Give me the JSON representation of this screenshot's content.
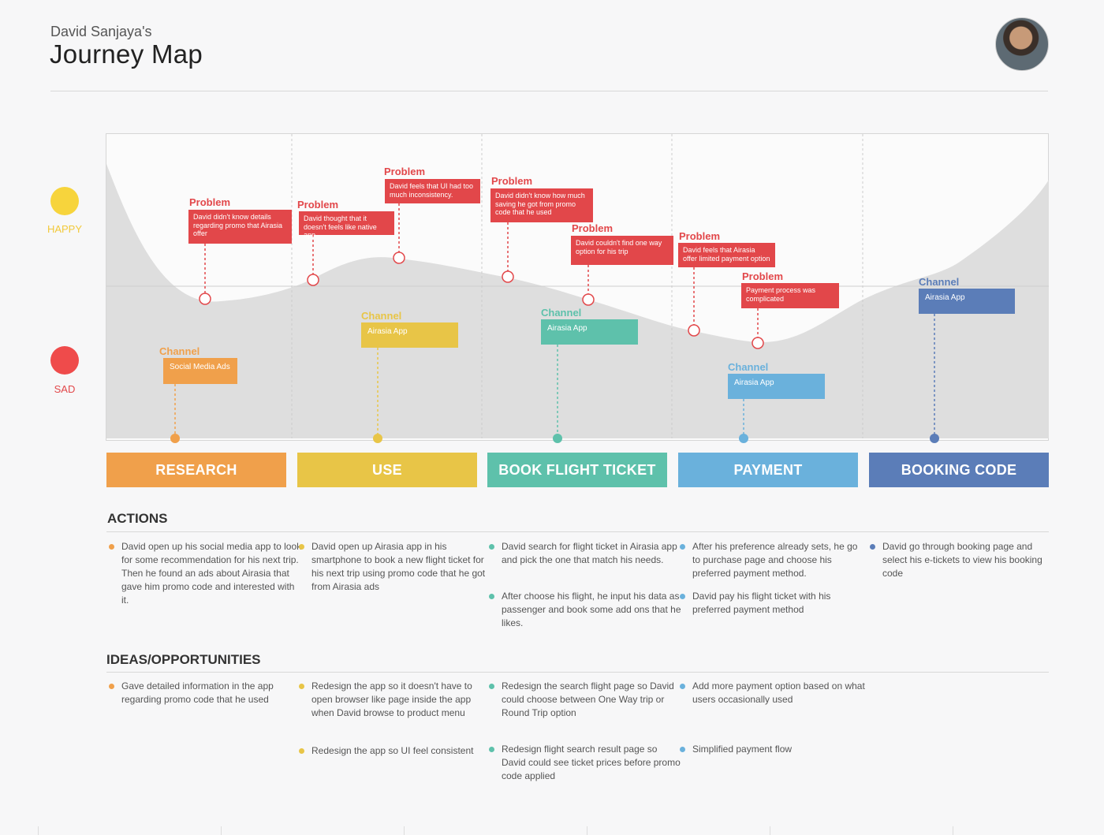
{
  "header": {
    "subtitle": "David Sanjaya's",
    "title": "Journey Map"
  },
  "mood": {
    "happy": "HAPPY",
    "sad": "SAD",
    "happy_color": "#f7d43c",
    "sad_color": "#ef4b4b"
  },
  "problems": [
    {
      "title": "Problem",
      "text": "David didn't know details regarding promo that Airasia offer"
    },
    {
      "title": "Problem",
      "text": "David thought that it doesn't feels like native app"
    },
    {
      "title": "Problem",
      "text": "David feels that UI had too much inconsistency."
    },
    {
      "title": "Problem",
      "text": "David didn't know how much saving he got from promo code that he used"
    },
    {
      "title": "Problem",
      "text": "David couldn't find one way option for his trip"
    },
    {
      "title": "Problem",
      "text": "David feels that Airasia offer limited payment option"
    },
    {
      "title": "Problem",
      "text": "Payment process was complicated"
    }
  ],
  "channels": [
    {
      "title": "Channel",
      "text": "Social Media Ads",
      "color": "#f0a04b"
    },
    {
      "title": "Channel",
      "text": "Airasia App",
      "color": "#e8c547"
    },
    {
      "title": "Channel",
      "text": "Airasia App",
      "color": "#5ec1ab"
    },
    {
      "title": "Channel",
      "text": "Airasia App",
      "color": "#6ab1dc"
    },
    {
      "title": "Channel",
      "text": "Airasia App",
      "color": "#5b7db8"
    }
  ],
  "stages": [
    {
      "label": "RESEARCH",
      "color": "#f0a04b"
    },
    {
      "label": "USE",
      "color": "#e8c547"
    },
    {
      "label": "BOOK FLIGHT TICKET",
      "color": "#5ec1ab"
    },
    {
      "label": "PAYMENT",
      "color": "#6ab1dc"
    },
    {
      "label": "BOOKING CODE",
      "color": "#5b7db8"
    }
  ],
  "actions": {
    "heading": "ACTIONS",
    "columns": [
      [
        "David open up his social media app to look for some recommendation for his next trip. Then he found an ads about Airasia that gave him promo code and interested with it."
      ],
      [
        "David open up Airasia app in his smartphone to book a new flight ticket for his next trip using promo code that he got from Airasia ads"
      ],
      [
        "David search for flight ticket in Airasia app and pick the one that match his needs.",
        "After choose his flight, he input his data as passenger and book some add ons that he likes."
      ],
      [
        "After his preference already sets, he go to purchase page and choose his preferred payment method.",
        "David pay his flight ticket with his preferred payment method"
      ],
      [
        "David go through booking page and select his e-tickets to view his booking code"
      ]
    ]
  },
  "ideas": {
    "heading": "IDEAS/OPPORTUNITIES",
    "columns": [
      [
        "Gave detailed information in the app regarding promo code that he used"
      ],
      [
        "Redesign the app so it doesn't have to open browser like page inside the app when David browse to product menu",
        "Redesign the app so UI feel consistent"
      ],
      [
        "Redesign the search flight page so David could choose between One Way trip or Round Trip option",
        "Redesign flight search result page so David could see ticket prices before promo code applied"
      ],
      [
        "Add more payment option based on what users occasionally used",
        "Simplified payment flow"
      ],
      []
    ]
  }
}
